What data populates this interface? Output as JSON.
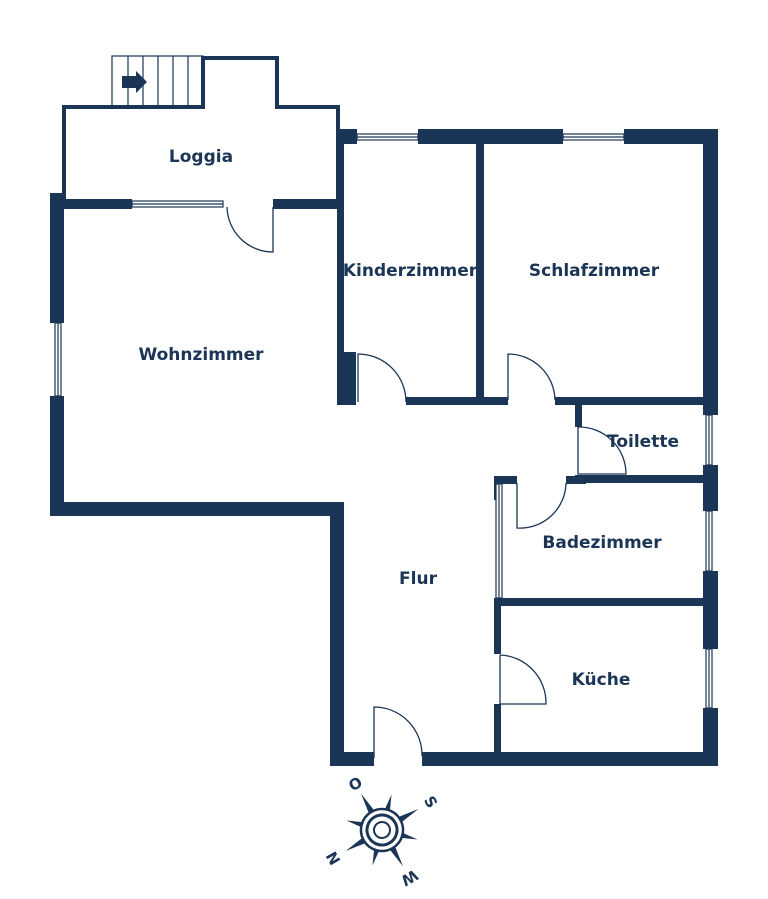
{
  "floorplan": {
    "colors": {
      "wall": "#1a3555",
      "background": "#ffffff",
      "window": "#1a3555"
    },
    "rooms": [
      {
        "id": "loggia",
        "label": "Loggia"
      },
      {
        "id": "kinderzimmer",
        "label": "Kinderzimmer"
      },
      {
        "id": "schlafzimmer",
        "label": "Schlafzimmer"
      },
      {
        "id": "wohnzimmer",
        "label": "Wohnzimmer"
      },
      {
        "id": "toilette",
        "label": "Toilette"
      },
      {
        "id": "badezimmer",
        "label": "Badezimmer"
      },
      {
        "id": "flur",
        "label": "Flur"
      },
      {
        "id": "kueche",
        "label": "Küche"
      }
    ],
    "compass": {
      "north": "N",
      "east": "O",
      "south": "S",
      "west": "W",
      "icon": "compass-rose-icon"
    },
    "stairs": {
      "icon": "arrow-right-icon"
    }
  }
}
